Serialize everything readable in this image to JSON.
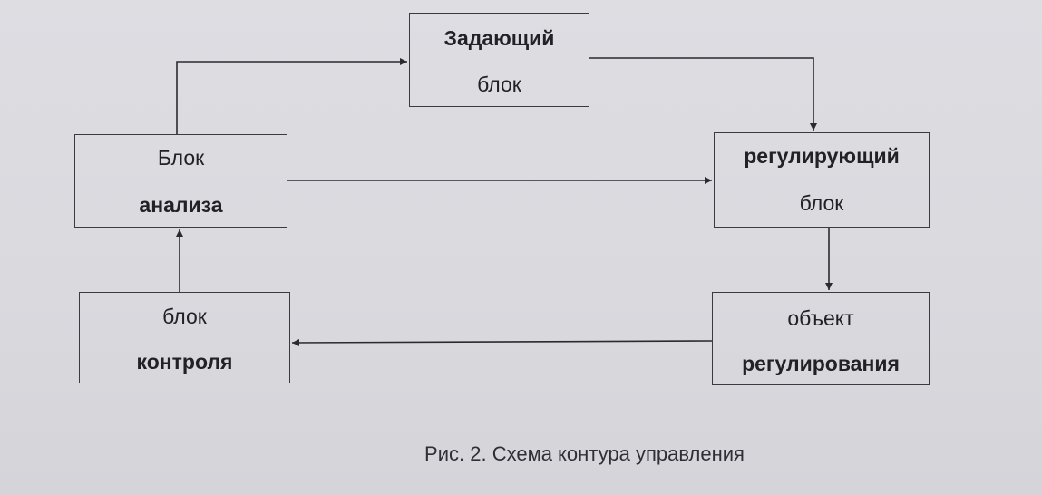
{
  "diagram": {
    "blocks": {
      "zadayushchiy": {
        "line1": "Задающий",
        "line2": "блок"
      },
      "analiz": {
        "line1": "Блок",
        "line2": "анализа"
      },
      "reguliruyushchiy": {
        "line1": "регулирующий",
        "line2": "блок"
      },
      "kontrol": {
        "line1": "блок",
        "line2": "контроля"
      },
      "obekt": {
        "line1": "объект",
        "line2": "регулирования"
      }
    },
    "edges": [
      {
        "from": "analiz",
        "to": "zadayushchiy"
      },
      {
        "from": "zadayushchiy",
        "to": "reguliruyushchiy"
      },
      {
        "from": "analiz",
        "to": "reguliruyushchiy"
      },
      {
        "from": "reguliruyushchiy",
        "to": "obekt"
      },
      {
        "from": "obekt",
        "to": "kontrol"
      },
      {
        "from": "kontrol",
        "to": "analiz"
      }
    ],
    "caption": "Рис. 2. Схема контура управления"
  }
}
